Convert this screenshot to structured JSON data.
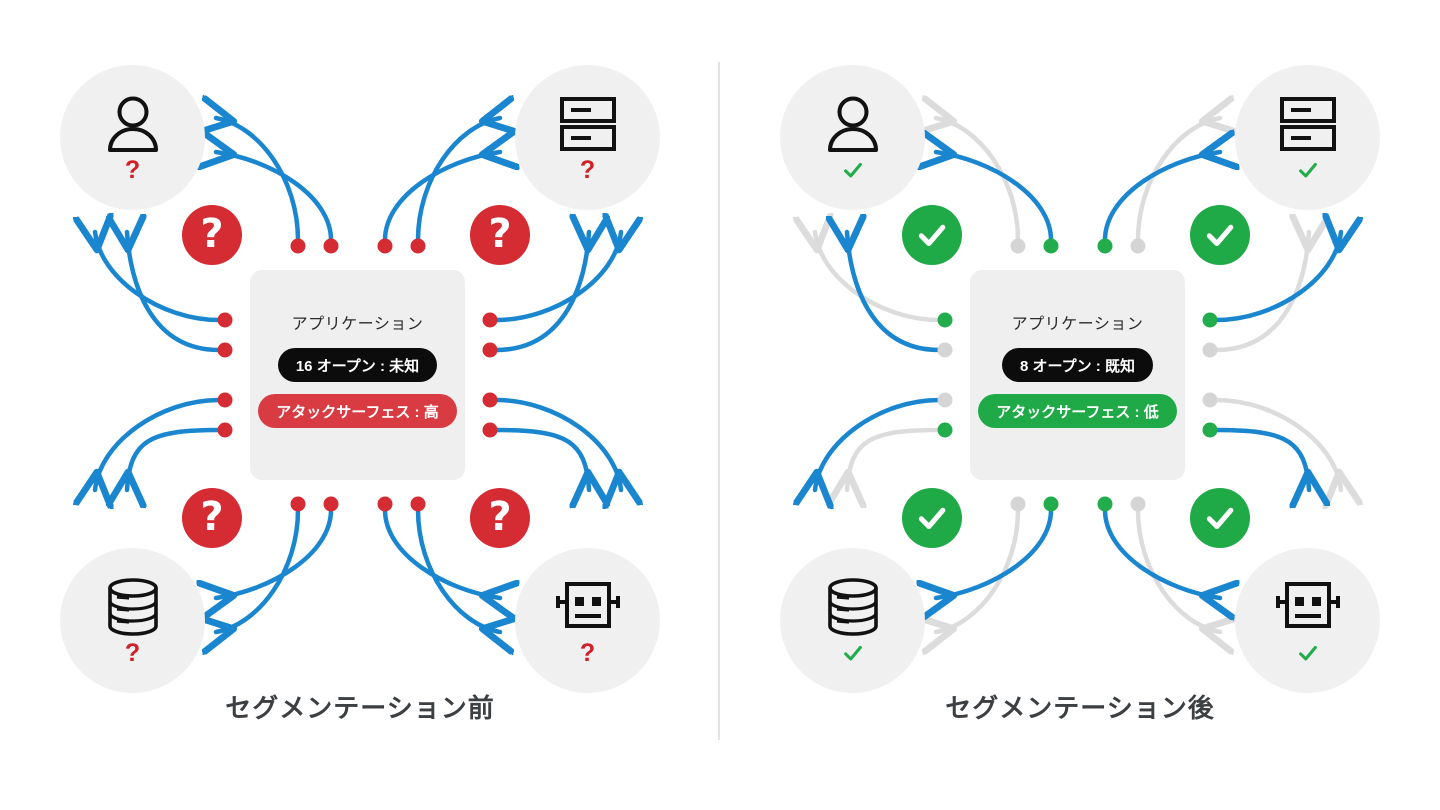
{
  "diagram": {
    "colors": {
      "arrow_active": "#1a86d0",
      "arrow_blocked": "#dcdcdc",
      "dot_unknown": "#d52b33",
      "dot_known": "#22ac4b",
      "dot_blocked": "#d5d5d5",
      "badge_alert": "#d52b33",
      "badge_ok": "#1faa47",
      "node_bg": "#f0f0f0",
      "card_bg": "#efefef",
      "pill_dark": "#0c0c0c",
      "pill_high": "#d93b43",
      "pill_low": "#1faa47",
      "divider": "#e3e3e3",
      "caption_text": "#3c4043"
    },
    "panels": [
      {
        "id": "before",
        "caption": "セグメンテーション前",
        "card": {
          "title": "アプリケーション",
          "ports_label": "16 オープン : 未知",
          "surface_label": "アタックサーフェス : 高"
        },
        "badges": [
          {
            "position": "top-left",
            "symbol": "?",
            "kind": "alert"
          },
          {
            "position": "top-right",
            "symbol": "?",
            "kind": "alert"
          },
          {
            "position": "bottom-left",
            "symbol": "?",
            "kind": "alert"
          },
          {
            "position": "bottom-right",
            "symbol": "?",
            "kind": "alert"
          }
        ],
        "nodes": [
          {
            "position": "top-left",
            "icon": "user-icon",
            "mark": "?",
            "mark_kind": "unknown"
          },
          {
            "position": "top-right",
            "icon": "server-icon",
            "mark": "?",
            "mark_kind": "unknown"
          },
          {
            "position": "bottom-left",
            "icon": "database-icon",
            "mark": "?",
            "mark_kind": "unknown"
          },
          {
            "position": "bottom-right",
            "icon": "robot-icon",
            "mark": "?",
            "mark_kind": "unknown"
          }
        ],
        "flows": {
          "active": 16,
          "blocked": 0
        }
      },
      {
        "id": "after",
        "caption": "セグメンテーション後",
        "card": {
          "title": "アプリケーション",
          "ports_label": "8 オープン : 既知",
          "surface_label": "アタックサーフェス : 低"
        },
        "badges": [
          {
            "position": "top-left",
            "symbol": "check",
            "kind": "ok"
          },
          {
            "position": "top-right",
            "symbol": "check",
            "kind": "ok"
          },
          {
            "position": "bottom-left",
            "symbol": "check",
            "kind": "ok"
          },
          {
            "position": "bottom-right",
            "symbol": "check",
            "kind": "ok"
          }
        ],
        "nodes": [
          {
            "position": "top-left",
            "icon": "user-icon",
            "mark": "check",
            "mark_kind": "ok"
          },
          {
            "position": "top-right",
            "icon": "server-icon",
            "mark": "check",
            "mark_kind": "ok"
          },
          {
            "position": "bottom-left",
            "icon": "database-icon",
            "mark": "check",
            "mark_kind": "ok"
          },
          {
            "position": "bottom-right",
            "icon": "robot-icon",
            "mark": "check",
            "mark_kind": "ok"
          }
        ],
        "flows": {
          "active": 8,
          "blocked": 8
        }
      }
    ]
  }
}
